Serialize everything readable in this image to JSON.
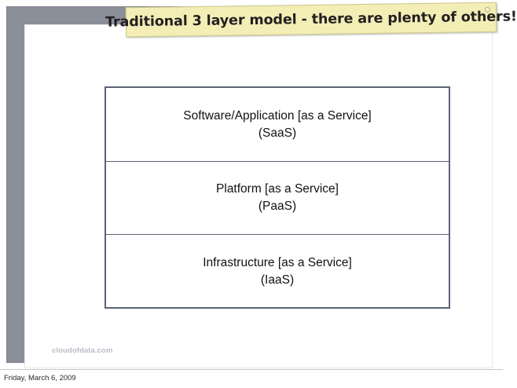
{
  "slide": {
    "sticky_note": {
      "text": "Traditional 3 layer model - there are plenty of others!",
      "background_color": "#f2eeb6",
      "text_color": "#231f20"
    },
    "diagram": {
      "border_color": "#5a6275",
      "layers": [
        {
          "title": "Software/Application [as a Service]",
          "abbr": "(SaaS)"
        },
        {
          "title": "Platform [as a Service]",
          "abbr": "(PaaS)"
        },
        {
          "title": "Infrastructure [as a Service]",
          "abbr": "(IaaS)"
        }
      ]
    },
    "watermark": "cloudofdata.com"
  },
  "footer": {
    "date": "Friday, March 6, 2009"
  }
}
